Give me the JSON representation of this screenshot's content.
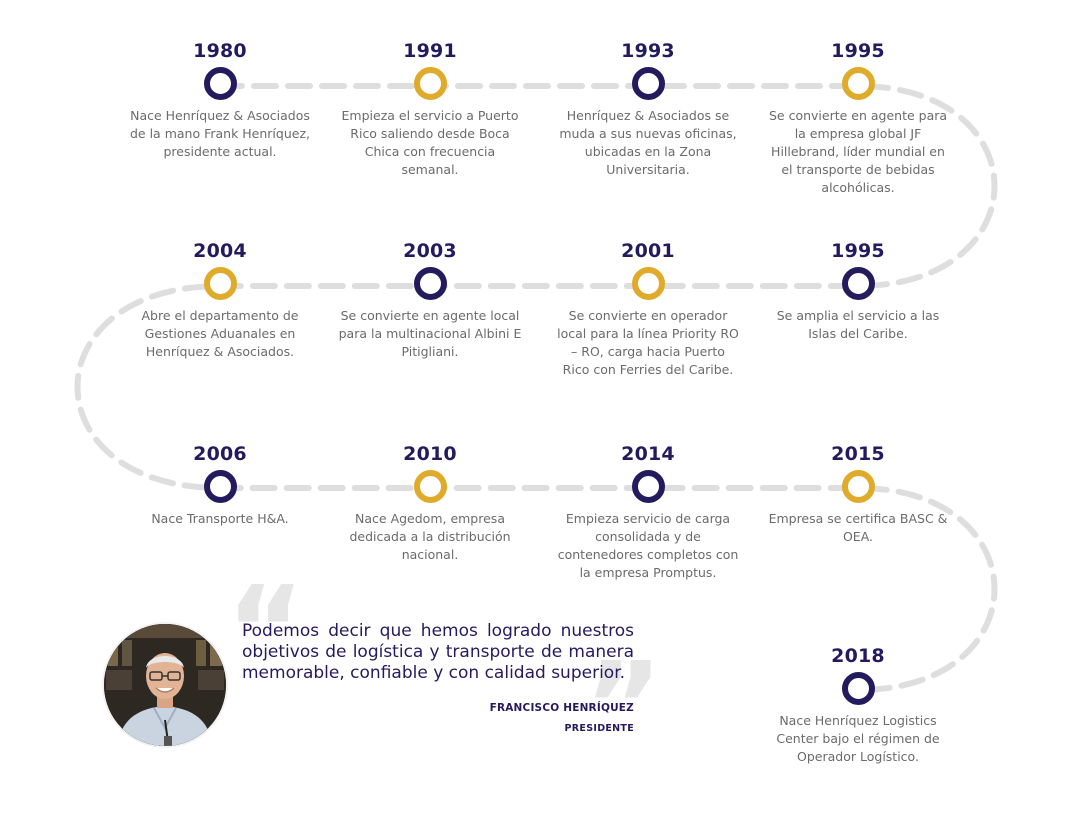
{
  "colors": {
    "navy": "#241b5e",
    "gold": "#e0aa2a",
    "path": "#dedede",
    "text": "#6b6b6b"
  },
  "timeline": [
    {
      "year": "1980",
      "color": "navy",
      "text": "Nace Henríquez & Asociados de la mano Frank Henríquez, presidente actual."
    },
    {
      "year": "1991",
      "color": "gold",
      "text": "Empieza el servicio a Puerto Rico saliendo desde Boca Chica con frecuencia semanal."
    },
    {
      "year": "1993",
      "color": "navy",
      "text": "Henríquez & Asociados se muda a sus nuevas oficinas, ubicadas en la Zona Universitaria."
    },
    {
      "year": "1995",
      "color": "gold",
      "text": "Se convierte en agente para la empresa global JF Hillebrand, líder mundial en el transporte de bebidas alcohólicas."
    },
    {
      "year": "2004",
      "color": "gold",
      "text": "Abre el departamento de Gestiones Aduanales en Henríquez & Asociados."
    },
    {
      "year": "2003",
      "color": "navy",
      "text": "Se convierte en agente local para la multinacional Albini E Pitigliani."
    },
    {
      "year": "2001",
      "color": "gold",
      "text": "Se convierte en operador local para la línea Priority RO – RO, carga hacia Puerto Rico con Ferries del Caribe."
    },
    {
      "year": "1995",
      "color": "navy",
      "text": "Se amplia el servicio a las Islas del Caribe."
    },
    {
      "year": "2006",
      "color": "navy",
      "text": "Nace Transporte H&A."
    },
    {
      "year": "2010",
      "color": "gold",
      "text": "Nace Agedom, empresa dedicada a la distribución nacional."
    },
    {
      "year": "2014",
      "color": "navy",
      "text": "Empieza servicio de carga consolidada y de contenedores completos con la empresa Promptus."
    },
    {
      "year": "2015",
      "color": "gold",
      "text": "Empresa se certifica BASC & OEA."
    },
    {
      "year": "2018",
      "color": "navy",
      "text": "Nace Henríquez Logistics Center bajo el régimen de Operador Logístico."
    }
  ],
  "quote": {
    "open_mark": "“",
    "close_mark": "”",
    "text": "Podemos decir que hemos logrado nuestros objetivos de logística y transporte de manera memorable, confiable y con calidad superior.",
    "author": "FRANCISCO HENRÍQUEZ",
    "role": "PRESIDENTE"
  }
}
